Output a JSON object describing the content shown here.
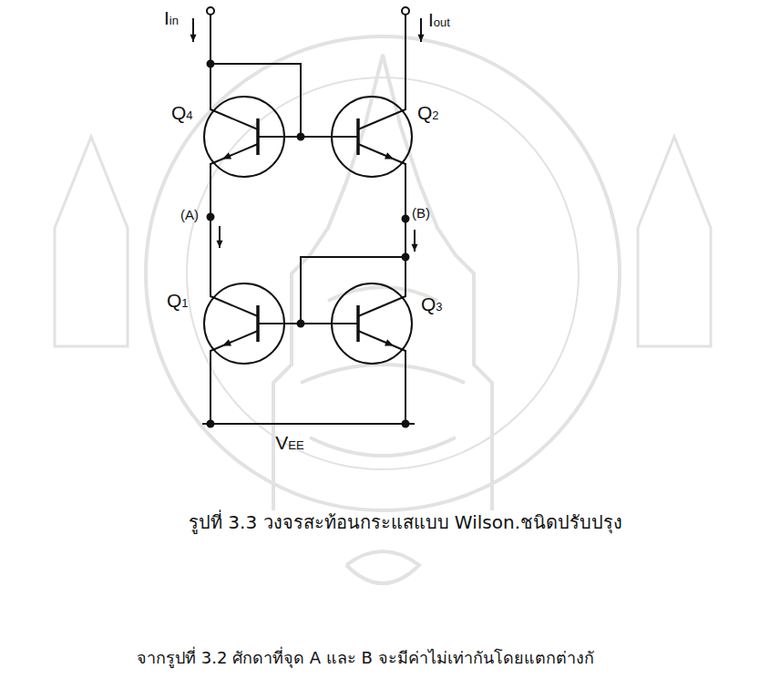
{
  "diagram": {
    "caption": "รูปที่ 3.3 วงจรสะท้อนกระแสแบบ Wilson.ชนิดปรับปรุง",
    "labels": [
      "Iin",
      "Iout",
      "Q4",
      "Q2",
      "(A)",
      "(B)",
      "Q1",
      "Q3",
      "VEE",
      "จากรูปที่ 3.2 ศักดาที่จุด A และ B จะมีค่าไม่เท่ากันโดยแตกต่างกั"
    ]
  }
}
